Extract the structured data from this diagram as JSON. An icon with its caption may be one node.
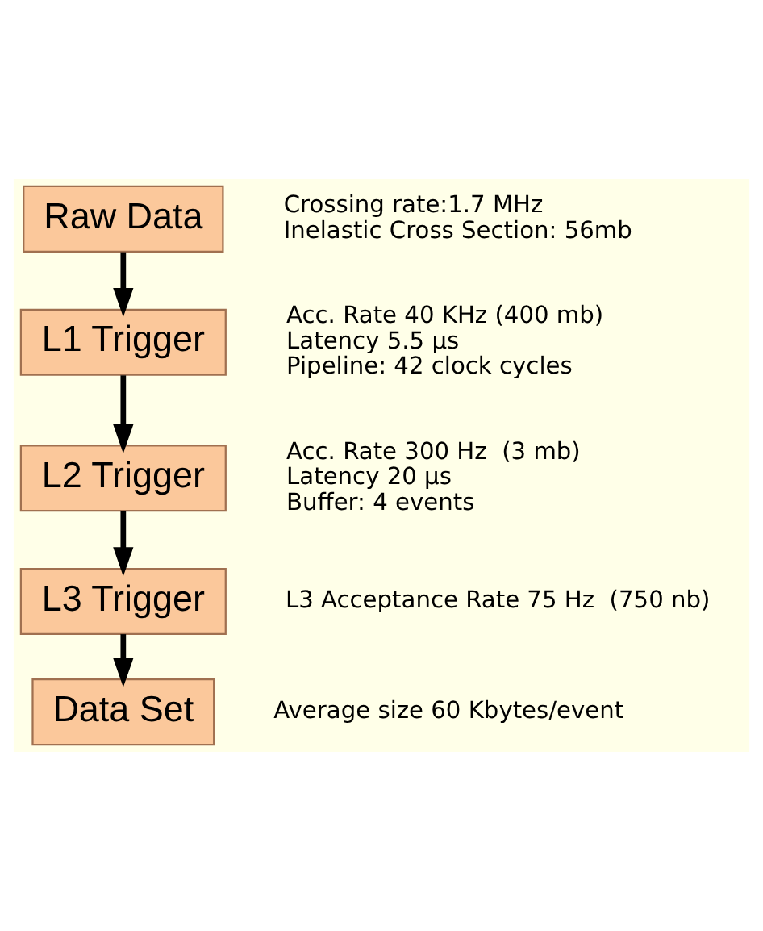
{
  "diagram": {
    "nodes": [
      {
        "text": [
          "Raw Data"
        ],
        "beside": [
          "Crossing rate:1.7 MHz",
          "Inelastic Cross Section: 56mb"
        ]
      },
      {
        "text": [
          "L1 Trigger"
        ],
        "beside": [
          "Acc. Rate 40 KHz (400 mb)",
          "Latency 5.5 µs",
          "Pipeline: 42 clock cycles"
        ]
      },
      {
        "text": [
          "L2 Trigger"
        ],
        "beside": [
          "Acc. Rate 300 Hz  (3 mb)",
          "Latency 20 µs",
          "Buffer: 4 events"
        ]
      },
      {
        "text": [
          "L3 Trigger"
        ],
        "beside": [
          "L3 Acceptance Rate 75 Hz  (750 nb)"
        ]
      },
      {
        "text": [
          "Data Set"
        ],
        "beside": [
          "Average size 60 Kbytes/event"
        ]
      }
    ],
    "edges": [
      {
        "from": 0,
        "to": 1,
        "arrow": "to"
      },
      {
        "from": 1,
        "to": 2,
        "arrow": "to"
      },
      {
        "from": 2,
        "to": 3,
        "arrow": "to"
      },
      {
        "from": 3,
        "to": 4,
        "arrow": "to"
      }
    ]
  }
}
